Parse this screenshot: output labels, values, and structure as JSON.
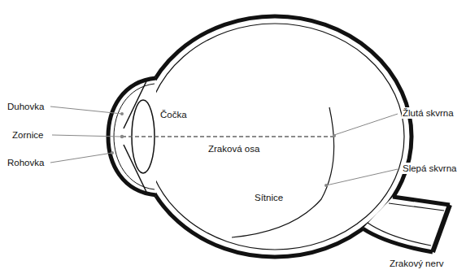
{
  "diagram": {
    "labels": [
      "Duhovka",
      "Zornice",
      "Rohovka",
      "Čočka",
      "Zraková osa",
      "Žlutá skvrna",
      "Slepá skvrna",
      "Sítnice",
      "Zrakový nerv"
    ]
  }
}
